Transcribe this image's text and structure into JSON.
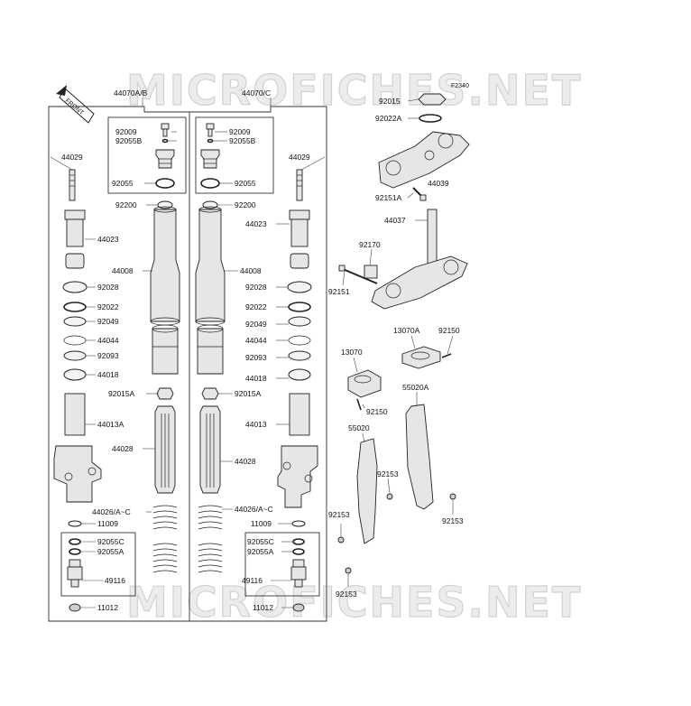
{
  "watermark": "MICROFICHES.NET",
  "figure_code": "F2340",
  "front_label": "FRONT",
  "groups": {
    "left": "44070A/B",
    "right": "44070/C"
  },
  "labels": {
    "l_92009": "92009",
    "l_92055B": "92055B",
    "l_92055": "92055",
    "l_44029": "44029",
    "l_92200": "92200",
    "l_44023": "44023",
    "l_44008": "44008",
    "l_92028": "92028",
    "l_92022": "92022",
    "l_92049": "92049",
    "l_44044": "44044",
    "l_92093": "92093",
    "l_44018": "44018",
    "l_92015A": "92015A",
    "l_44013A": "44013A",
    "l_44028": "44028",
    "l_44026": "44026/A~C",
    "l_11009": "11009",
    "l_92055C": "92055C",
    "l_92055A": "92055A",
    "l_49116": "49116",
    "l_11012": "11012",
    "r_92009": "92009",
    "r_92055B": "92055B",
    "r_92055": "92055",
    "r_44029": "44029",
    "r_92200": "92200",
    "r_44023": "44023",
    "r_44008": "44008",
    "r_92028": "92028",
    "r_92022": "92022",
    "r_92049": "92049",
    "r_44044": "44044",
    "r_92093": "92093",
    "r_44018": "44018",
    "r_92015A": "92015A",
    "r_44013": "44013",
    "r_44028": "44028",
    "r_44026": "44026/A~C",
    "r_11009": "11009",
    "r_92055C": "92055C",
    "r_92055A": "92055A",
    "r_49116": "49116",
    "r_11012": "11012",
    "s_92015": "92015",
    "s_92022A": "92022A",
    "s_44039": "44039",
    "s_92151A": "92151A",
    "s_44037": "44037",
    "s_92170": "92170",
    "s_92151": "92151",
    "g_13070A": "13070A",
    "g_92150a": "92150",
    "g_13070": "13070",
    "g_92150b": "92150",
    "g_55020A": "55020A",
    "g_55020": "55020",
    "g_92153a": "92153",
    "g_92153b": "92153",
    "g_92153c": "92153",
    "g_92153d": "92153"
  }
}
